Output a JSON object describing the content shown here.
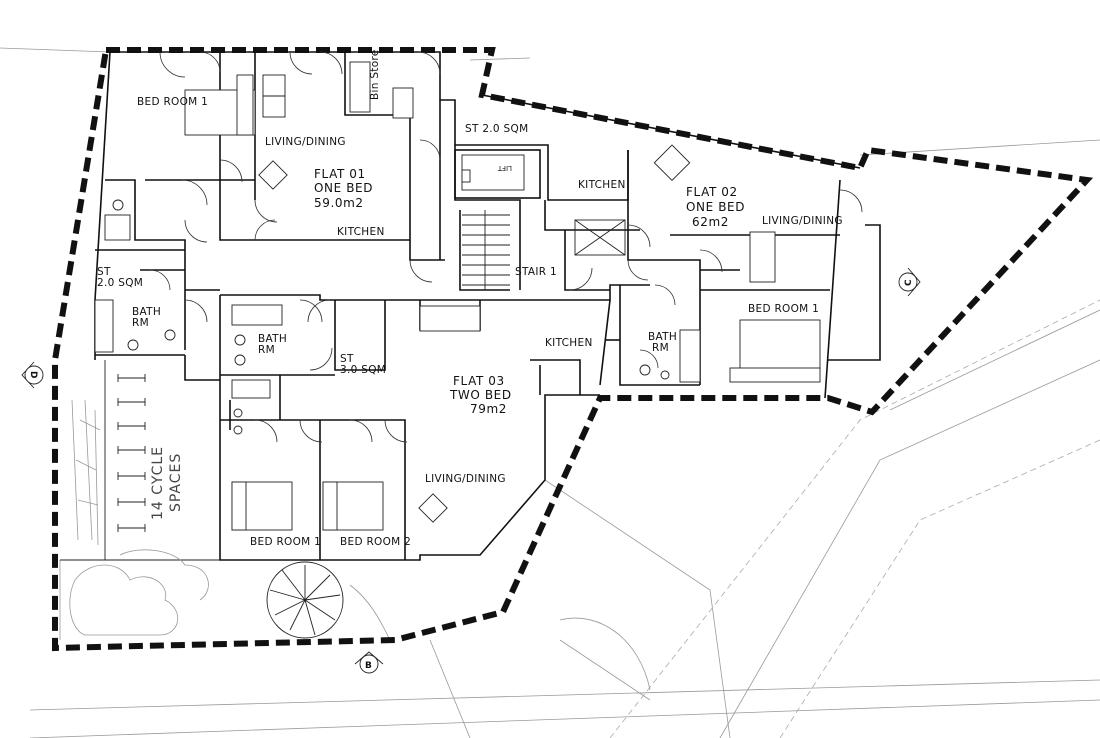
{
  "flats": {
    "flat01": {
      "name": "FLAT 01",
      "type": "ONE BED",
      "area": "59.0m2"
    },
    "flat02": {
      "name": "FLAT 02",
      "type": "ONE BED",
      "area": "62m2"
    },
    "flat03": {
      "name": "FLAT 03",
      "type": "TWO BED",
      "area": "79m2"
    }
  },
  "rooms": {
    "flat01_bedroom": "BED ROOM 1",
    "flat01_living": "LIVING/DINING",
    "flat01_kitchen": "KITCHEN",
    "store_left_1": "ST",
    "store_left_2": "2.0 SQM",
    "bath_left_1": "BATH",
    "bath_left_2": "RM",
    "store_top": "ST 2.0 SQM",
    "bin_store": "Bin Store",
    "lift": "LIFT",
    "stair": "STAIR 1",
    "flat02_kitchen": "KITCHEN",
    "flat02_living": "LIVING/DINING",
    "flat02_bedroom": "BED ROOM 1",
    "flat02_bath_1": "BATH",
    "flat02_bath_2": "RM",
    "flat03_kitchen": "KITCHEN",
    "flat03_bath_1": "BATH",
    "flat03_bath_2": "RM",
    "flat03_store_1": "ST",
    "flat03_store_2": "3.0 SQM",
    "flat03_living": "LIVING/DINING",
    "flat03_bed1": "BED ROOM 1",
    "flat03_bed2": "BED ROOM 2",
    "cycle_1": "14 CYCLE",
    "cycle_2": "SPACES"
  },
  "markers": {
    "b": "B",
    "c": "C",
    "d": "D"
  }
}
